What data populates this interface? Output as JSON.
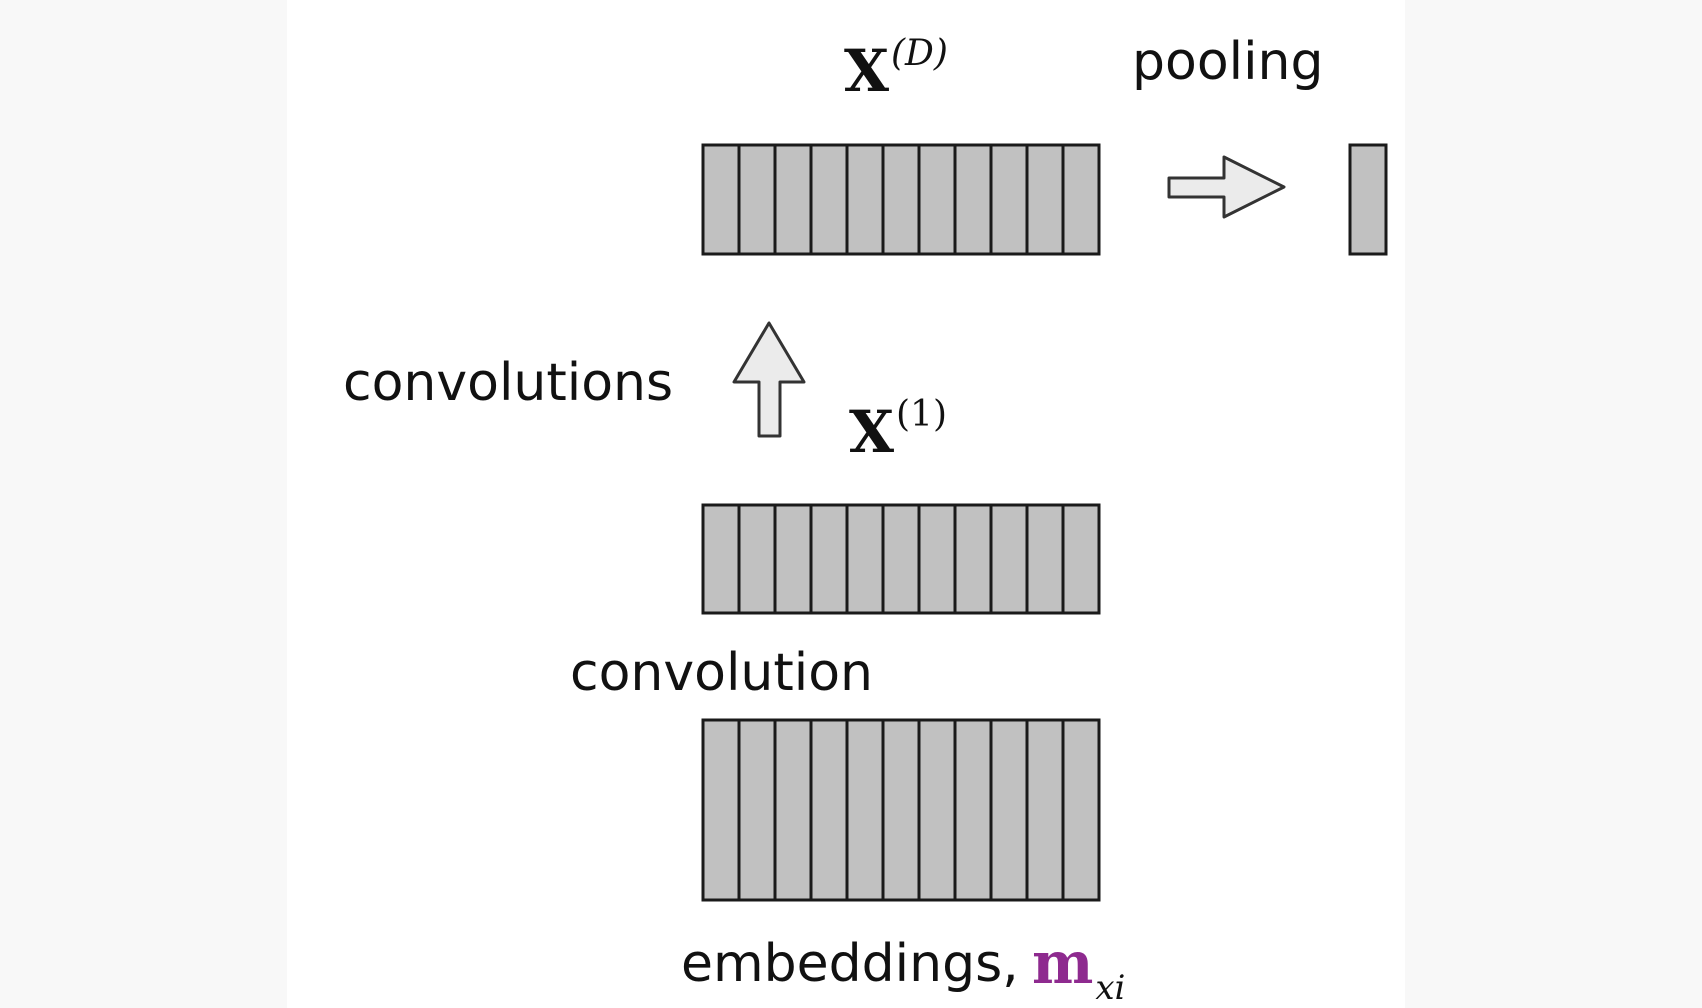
{
  "labels": {
    "pooling": "pooling",
    "convolutions": "convolutions",
    "convolution": "convolution",
    "embeddings": "embeddings,"
  },
  "math": {
    "xd_base": "X",
    "xd_sup": "(D)",
    "x1_base": "X",
    "x1_sup": "(1)",
    "m_base": "m",
    "m_sub": "xi"
  },
  "layers": {
    "top_row_columns": 11,
    "middle_row_columns": 11,
    "bottom_row_columns": 11,
    "pooled_columns": 1
  },
  "colors": {
    "cell_fill": "#c1c1c1",
    "cell_stroke": "#1a1a1a",
    "arrow_fill": "#ebebeb",
    "arrow_stroke": "#333333",
    "accent_purple": "#8e2a8f"
  }
}
